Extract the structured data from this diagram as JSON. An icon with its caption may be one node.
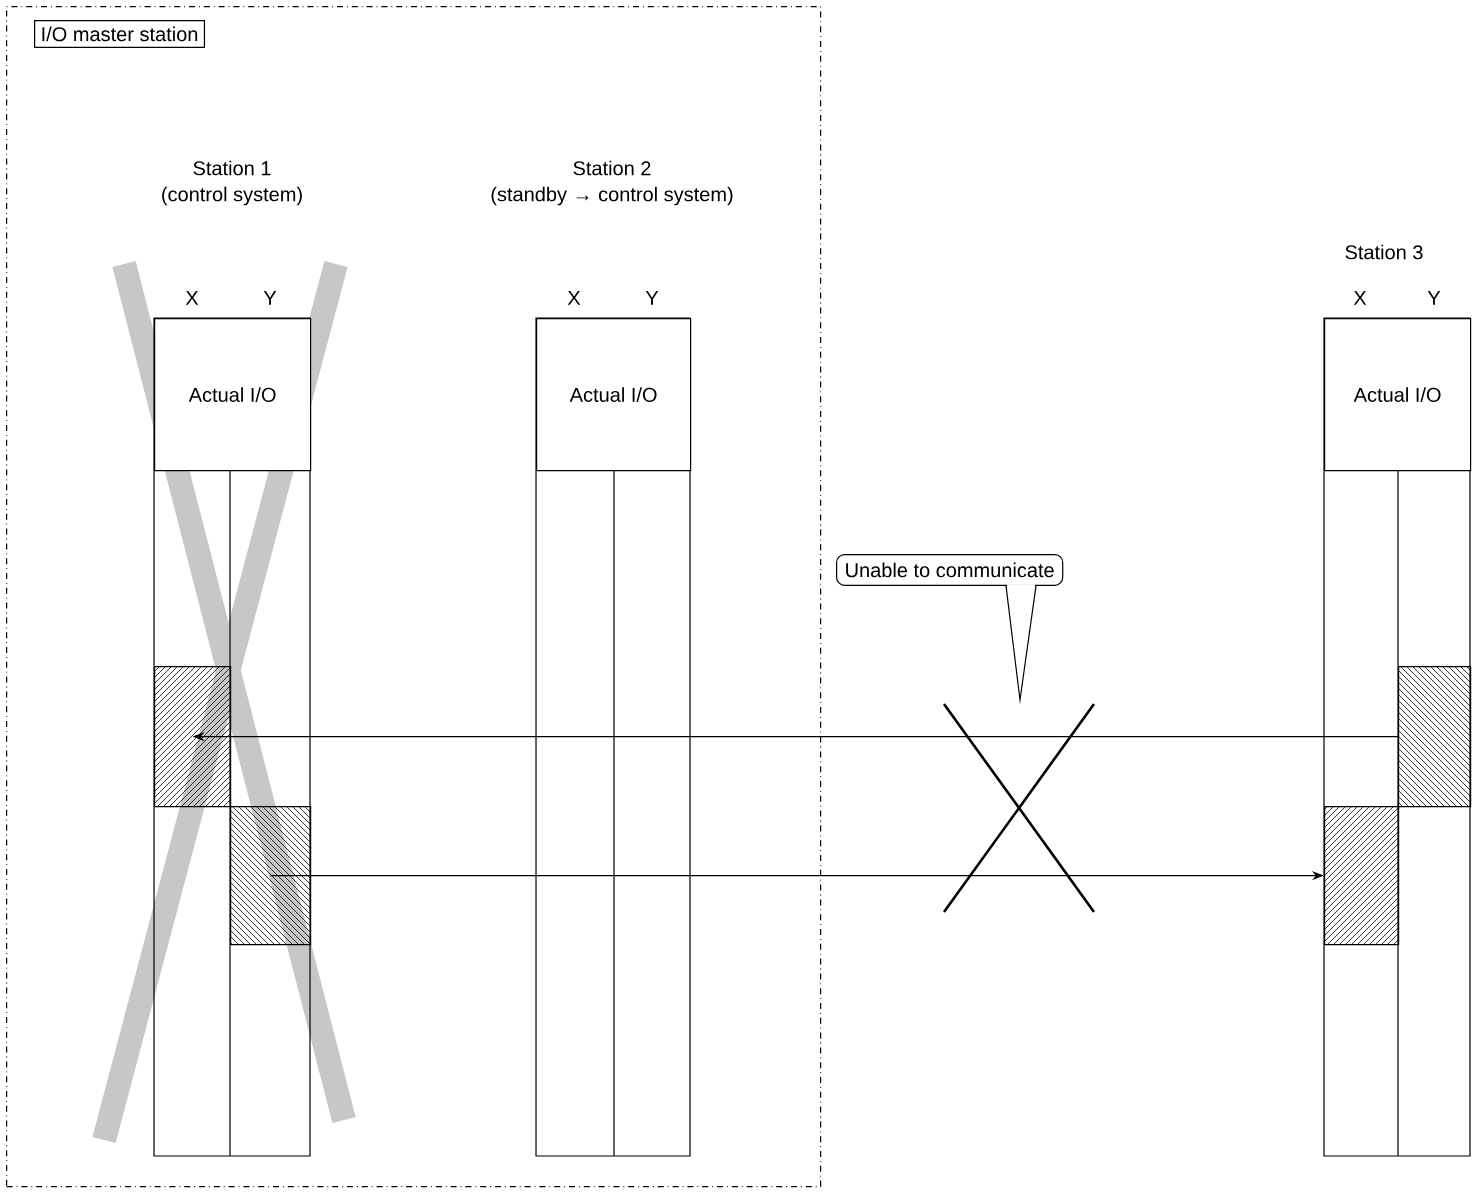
{
  "diagram": {
    "nodes": [
      {
        "text": [
          "I/O master station"
        ]
      },
      {
        "text": [
          "X",
          "Y"
        ],
        "beside": [
          "Station 1",
          "(control system)"
        ],
        "in": 0
      },
      {
        "text": [
          "Actual I/O"
        ],
        "in": 1
      },
      {
        "text": [],
        "shape": "box",
        "in": 1
      },
      {
        "text": [],
        "shape": "box",
        "in": 1
      },
      {
        "text": [
          "X",
          "Y"
        ],
        "beside": [
          "Station 2",
          "(standby → control system)"
        ],
        "in": 0
      },
      {
        "text": [
          "Actual I/O"
        ],
        "in": 5
      },
      {
        "text": [
          "X",
          "Y"
        ],
        "beside": [
          "Station 3"
        ]
      },
      {
        "text": [
          "Actual I/O"
        ],
        "in": 7
      },
      {
        "text": [],
        "shape": "box",
        "in": 7
      },
      {
        "text": [],
        "shape": "box",
        "in": 7
      },
      {
        "text": [
          "Unable to communicate"
        ]
      }
    ],
    "edges": [
      {
        "from": 9,
        "to": 3,
        "arrow": "to"
      },
      {
        "from": 4,
        "to": 10,
        "arrow": "to"
      }
    ]
  }
}
